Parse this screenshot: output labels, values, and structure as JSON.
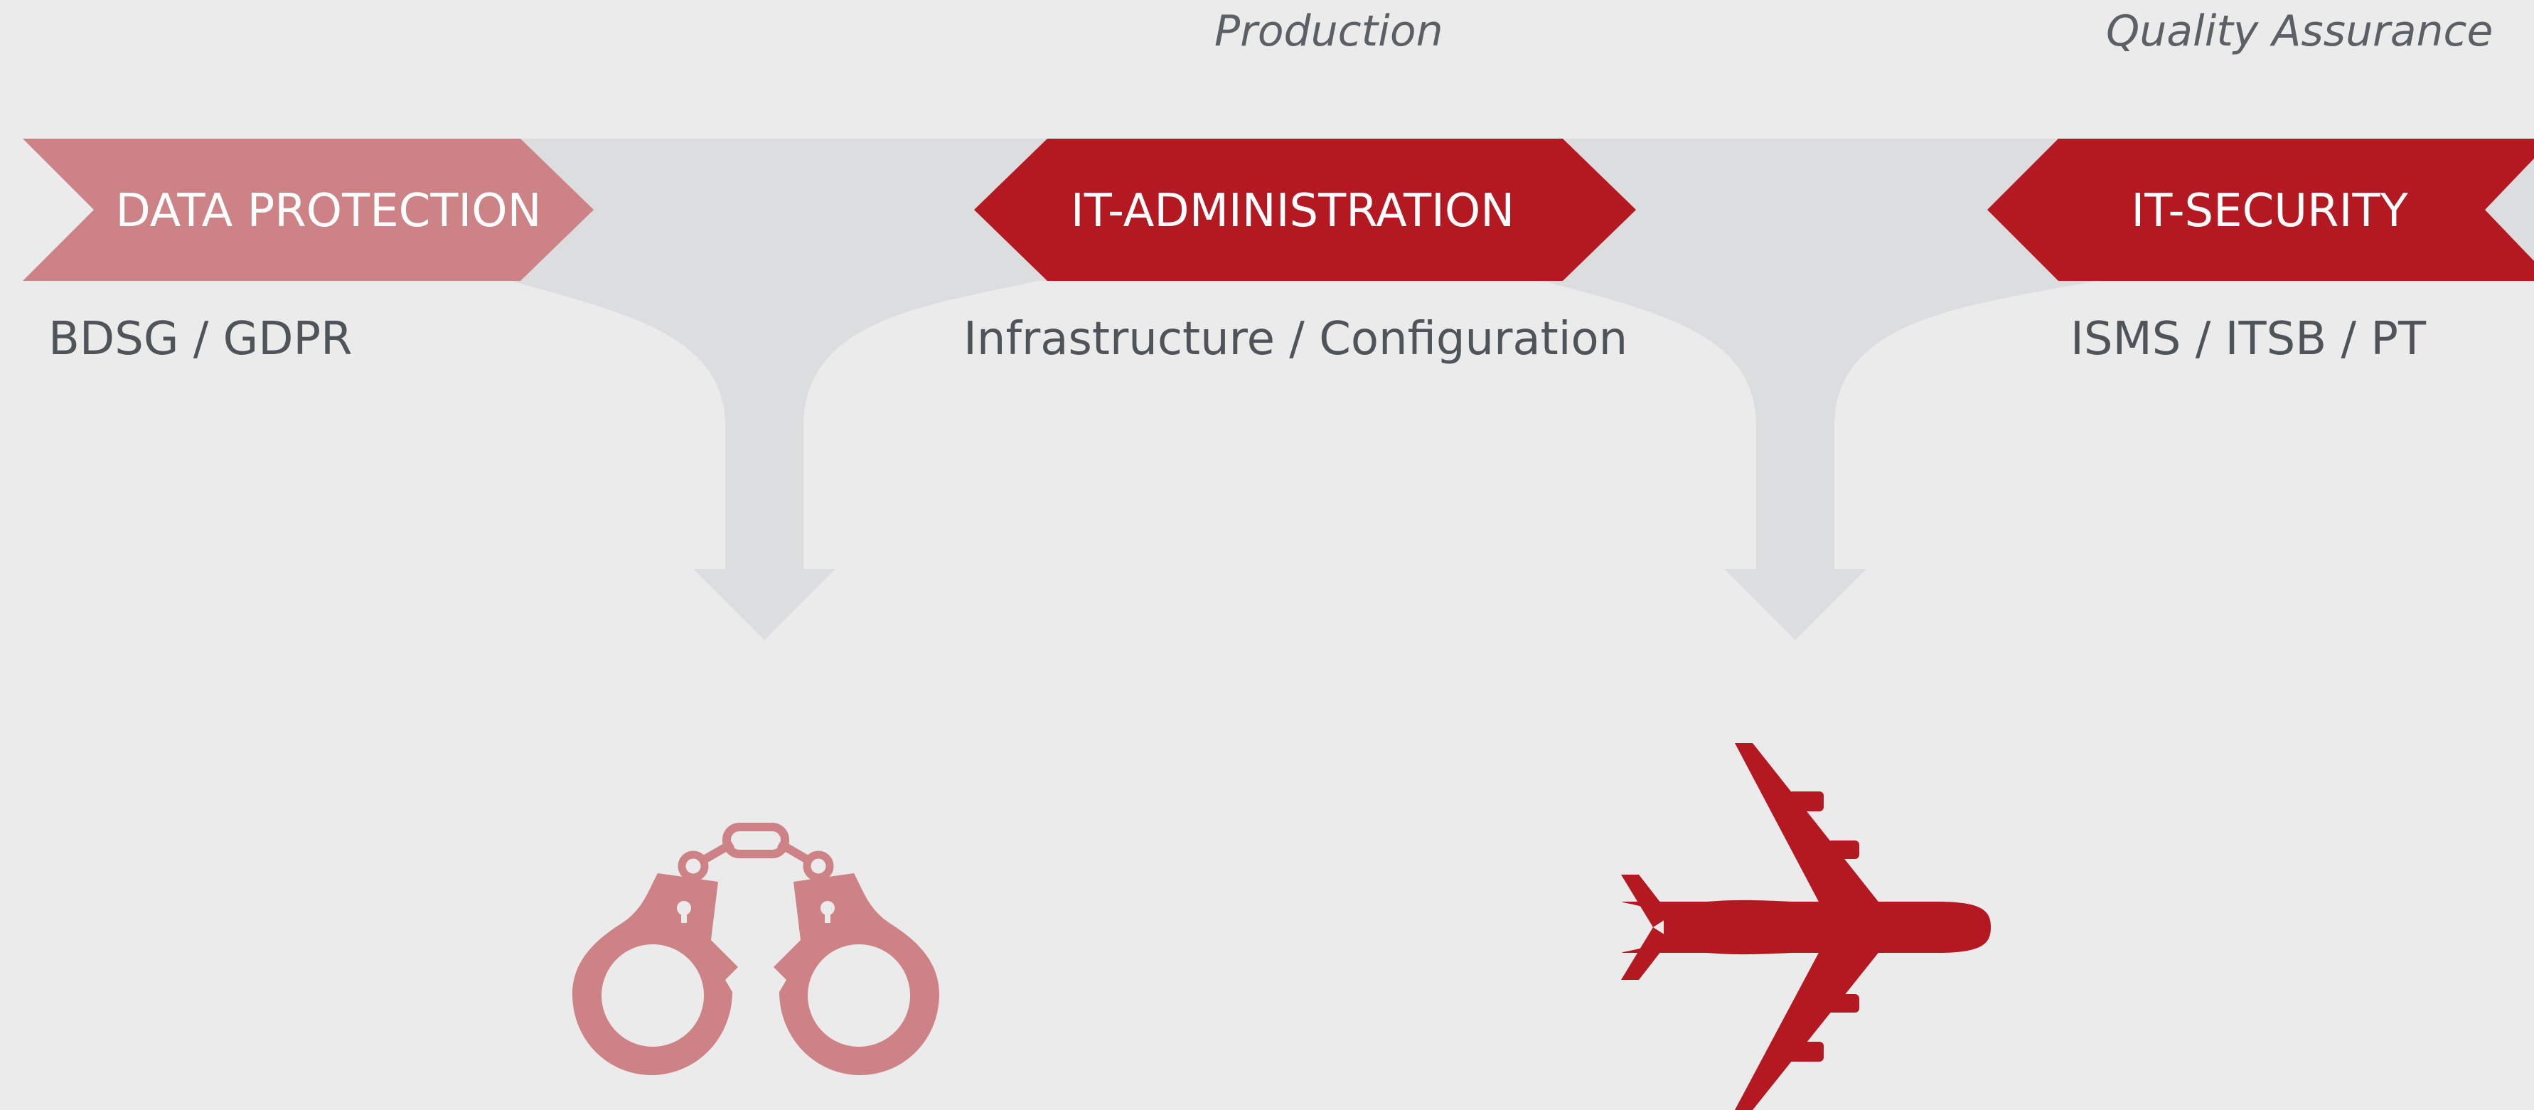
{
  "headers": {
    "production": "Production",
    "quality_assurance": "Quality Assurance"
  },
  "tags": {
    "data_protection": {
      "label": "DATA PROTECTION",
      "color": "#cd8286"
    },
    "it_administration": {
      "label": "IT-ADMINISTRATION",
      "color": "#b41921"
    },
    "it_security": {
      "label": "IT-SECURITY",
      "color": "#b41921"
    }
  },
  "subtitles": {
    "data_protection": "BDSG / GDPR",
    "it_administration": "Infrastructure / Configuration",
    "it_security": "ISMS / ITSB / PT"
  },
  "icons": {
    "left": "handcuffs-icon",
    "right": "airplane-icon"
  },
  "colors": {
    "background": "#ebebeb",
    "flow": "#dcdddf",
    "text": "#4f545b"
  }
}
